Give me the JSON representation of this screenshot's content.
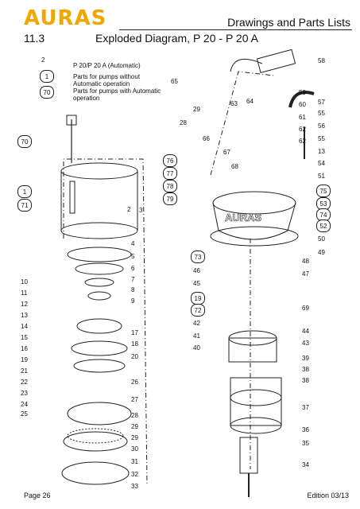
{
  "header": {
    "brand": "AURAS",
    "title": "Drawings and Parts Lists",
    "section_number": "11.3",
    "section_title": "Exploded Diagram, P 20 - P 20 A"
  },
  "legend": {
    "items": [
      {
        "key": "2",
        "text": "P 20/P 20 A (Automatic)"
      },
      {
        "key": "1",
        "text": "Parts for pumps without Automatic operation"
      },
      {
        "key": "70",
        "text": "Parts for pumps with Automatic operation"
      }
    ]
  },
  "labels": {
    "plain": [
      "2",
      "3",
      "4",
      "5",
      "6",
      "7",
      "8",
      "9",
      "10",
      "11",
      "12",
      "13",
      "14",
      "15",
      "16",
      "17",
      "18",
      "19",
      "20",
      "21",
      "22",
      "23",
      "24",
      "25",
      "26",
      "27",
      "28",
      "29",
      "29",
      "29",
      "30",
      "31",
      "32",
      "33",
      "34",
      "35",
      "36",
      "37",
      "38",
      "38",
      "39",
      "40",
      "41",
      "42",
      "43",
      "44",
      "45",
      "46",
      "47",
      "48",
      "49",
      "50",
      "51",
      "54",
      "55",
      "55",
      "56",
      "57",
      "58",
      "59",
      "60",
      "61",
      "62",
      "62",
      "63",
      "64",
      "65",
      "66",
      "67",
      "68",
      "69",
      "13",
      "28"
    ],
    "circled": [
      "1",
      "70",
      "70",
      "1",
      "71",
      "73",
      "19",
      "72",
      "76",
      "77",
      "78",
      "79",
      "75",
      "53",
      "74",
      "52"
    ]
  },
  "footer": {
    "page": "Page 26",
    "edition": "Edition 03/13"
  }
}
